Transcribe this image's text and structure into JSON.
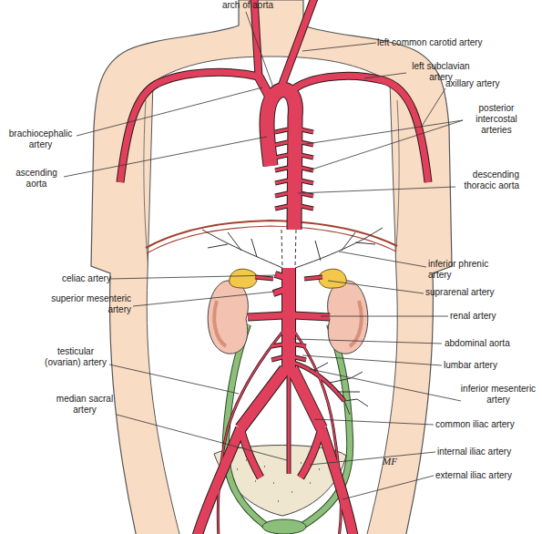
{
  "diagram": {
    "labels": [
      "arch of aorta",
      "left common carotid artery",
      "left subclavian artery",
      "axillary artery",
      "brachiocephalic artery",
      "posterior intercostal arteries",
      "ascending aorta",
      "descending thoracic aorta",
      "celiac artery",
      "inferior phrenic artery",
      "superior mesenteric artery",
      "suprarenal artery",
      "renal artery",
      "testicular (ovarian) artery",
      "abdominal aorta",
      "lumbar artery",
      "median sacral artery",
      "inferior mesenteric artery",
      "common iliac artery",
      "internal iliac artery",
      "external iliac artery",
      "MF"
    ]
  }
}
